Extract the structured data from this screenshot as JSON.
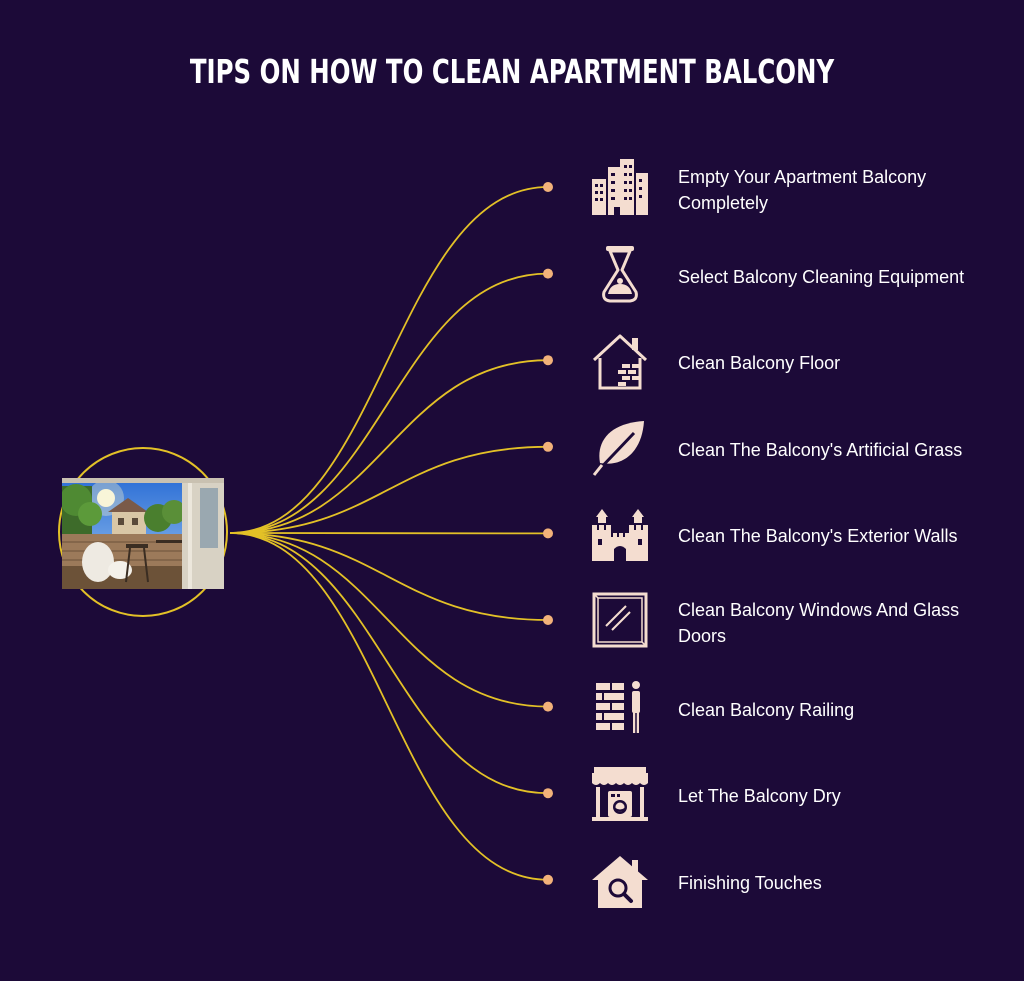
{
  "title": "TIPS ON HOW TO CLEAN APARTMENT BALCONY",
  "colors": {
    "background": "#1c0a38",
    "connector": "#e3c127",
    "dot": "#f2b27a",
    "icon": "#f4ddd0",
    "text": "#ffffff"
  },
  "hub": {
    "image": "balcony-photo"
  },
  "items": [
    {
      "label": "Empty Your Apartment Balcony Completely",
      "icon": "city-buildings-icon"
    },
    {
      "label": "Select Balcony Cleaning Equipment",
      "icon": "hourglass-bottle-icon"
    },
    {
      "label": "Clean Balcony Floor",
      "icon": "house-bricks-icon"
    },
    {
      "label": "Clean The Balcony's Artificial Grass",
      "icon": "leaf-icon"
    },
    {
      "label": "Clean The Balcony's Exterior Walls",
      "icon": "castle-wall-icon"
    },
    {
      "label": "Clean Balcony Windows And Glass Doors",
      "icon": "glass-window-icon"
    },
    {
      "label": "Clean Balcony Railing",
      "icon": "brick-wall-person-icon"
    },
    {
      "label": "Let The Balcony Dry",
      "icon": "laundromat-icon"
    },
    {
      "label": "Finishing Touches",
      "icon": "house-search-icon"
    }
  ]
}
